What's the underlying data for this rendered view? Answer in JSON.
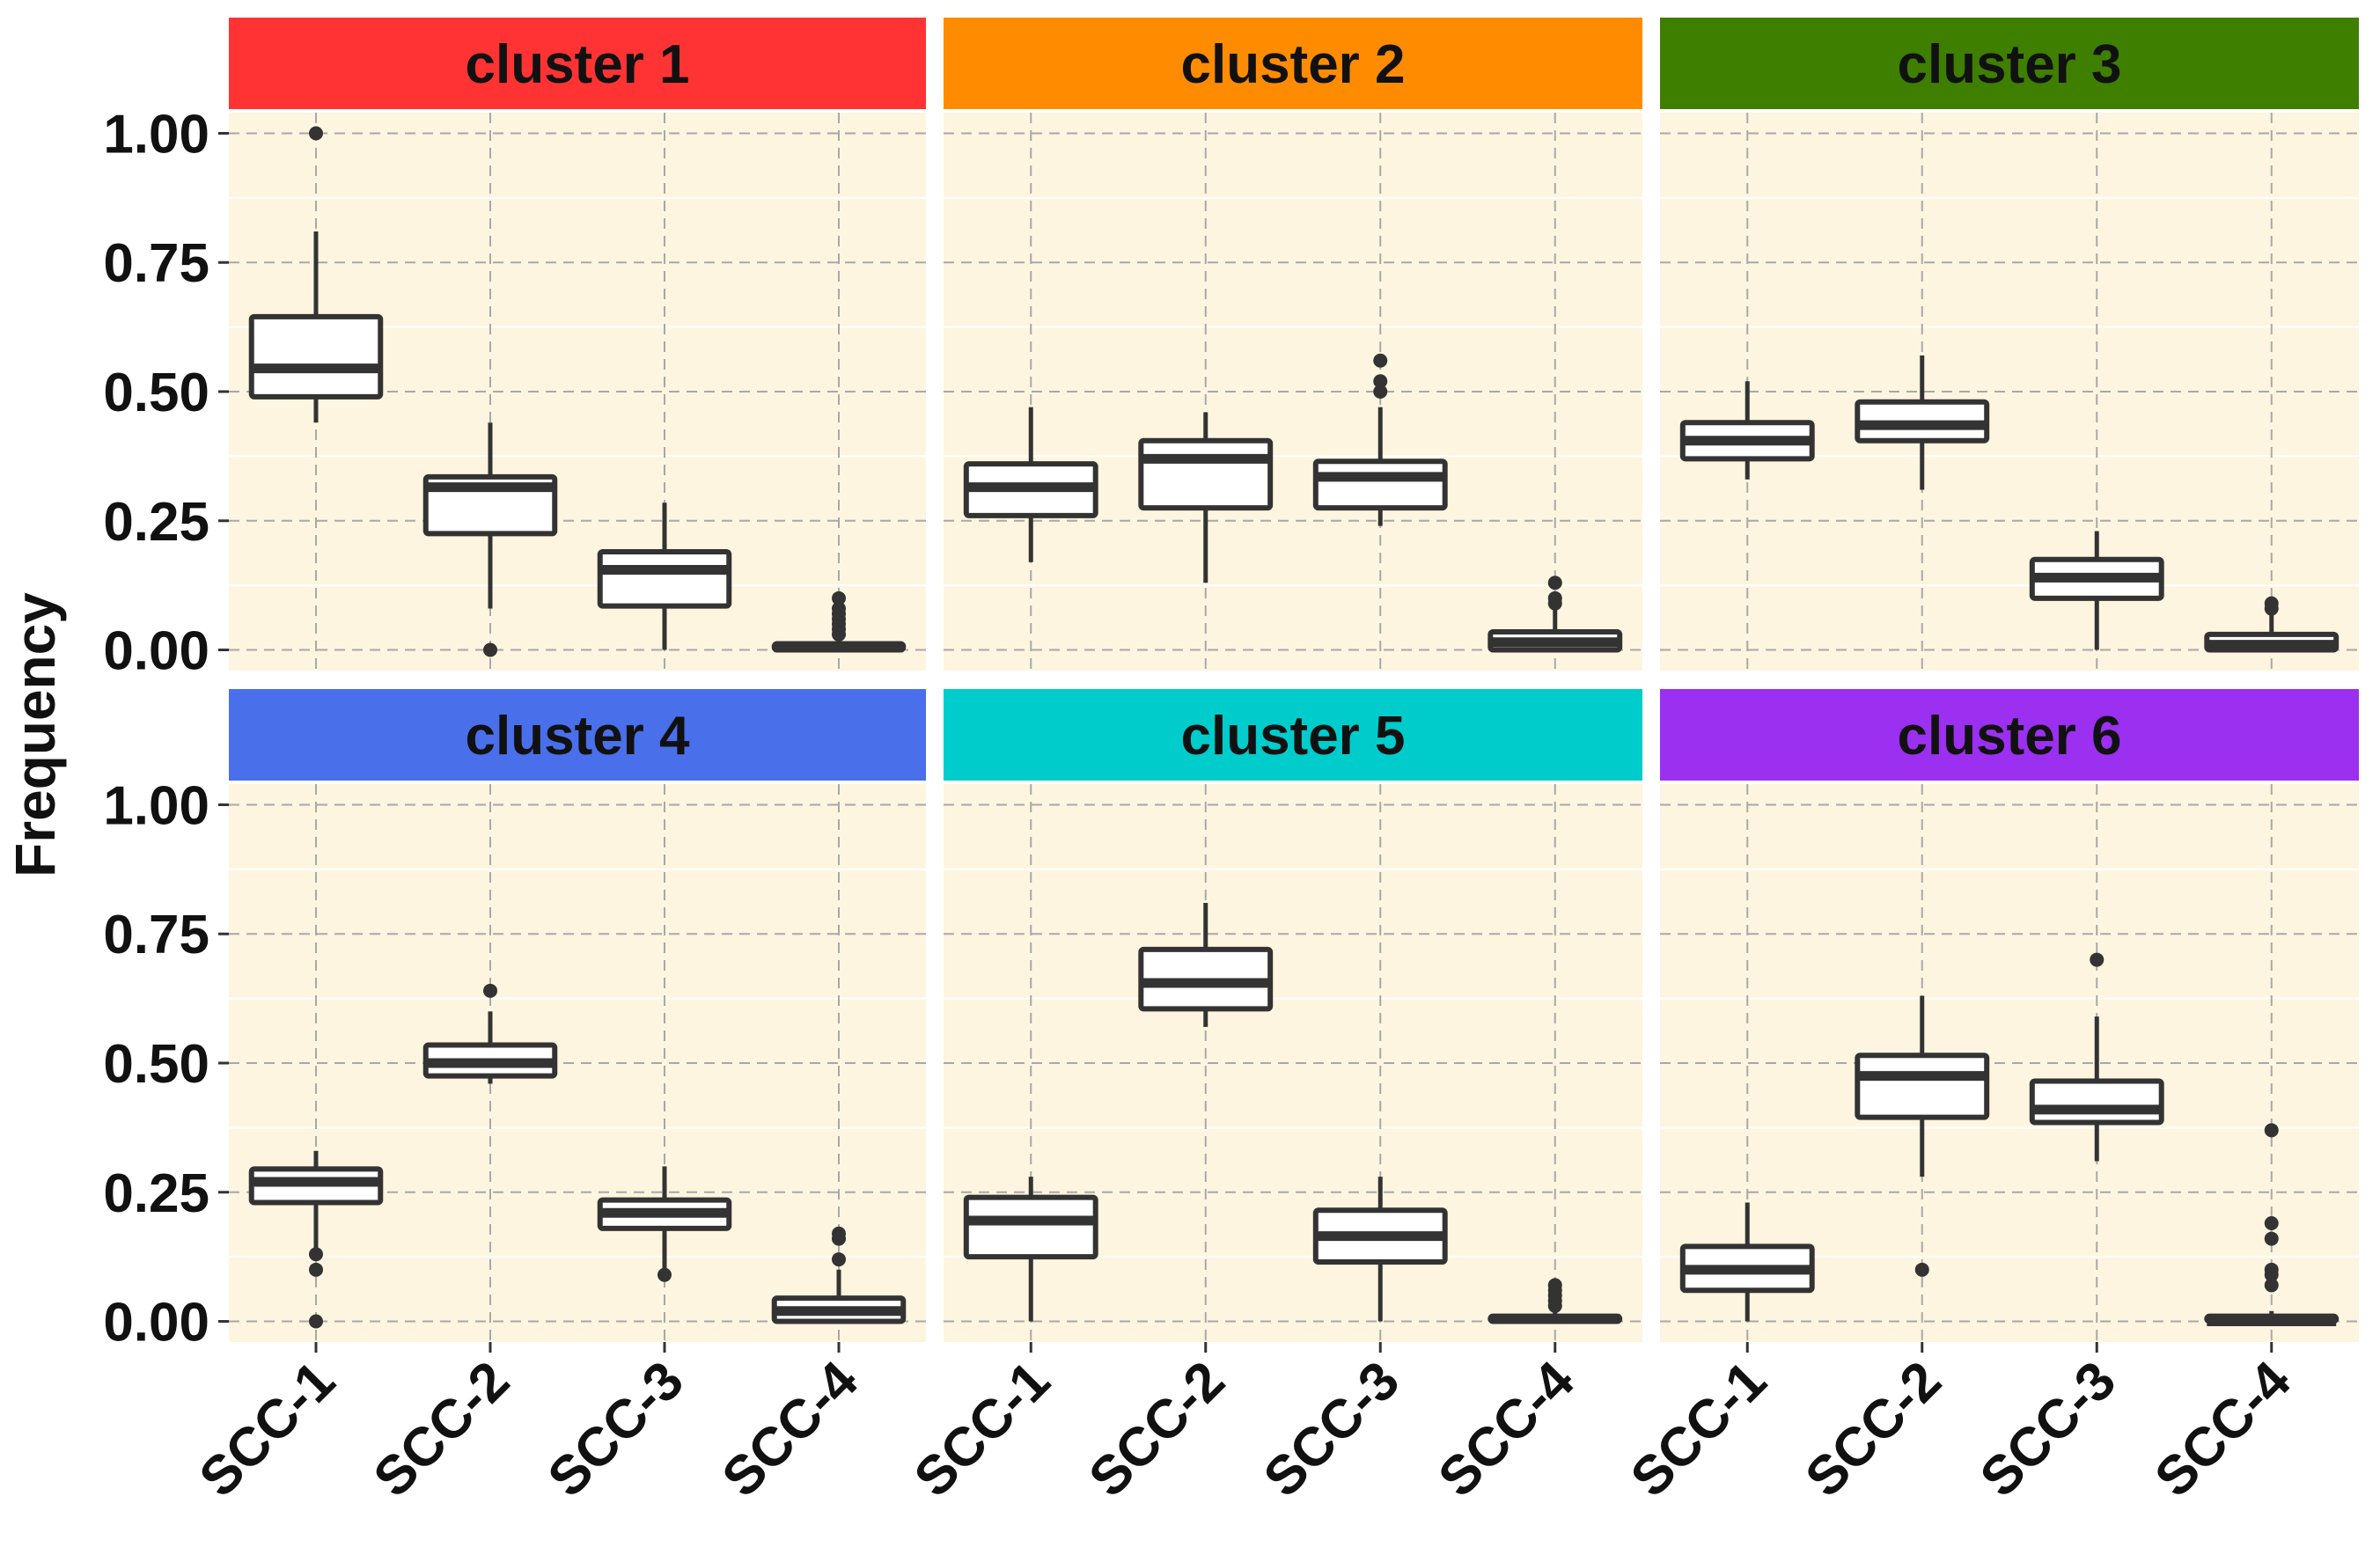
{
  "chart_data": {
    "type": "boxplot",
    "ylabel": "Frequency",
    "xlabel": "",
    "ylim": [
      -0.04,
      1.04
    ],
    "yticks": [
      "0.00",
      "0.25",
      "0.50",
      "0.75",
      "1.00"
    ],
    "categories": [
      "SCC-1",
      "SCC-2",
      "SCC-3",
      "SCC-4"
    ],
    "grid": true,
    "colors": {
      "panel_bg": "#FDF5DF",
      "grid": "#A8A8A8",
      "box_line": "#333333",
      "box_fill": "#FFFFFF"
    },
    "panels": [
      {
        "title": "cluster 1",
        "strip_color": "#FF3333",
        "boxes": [
          {
            "category": "SCC-1",
            "min": 0.44,
            "q1": 0.49,
            "median": 0.545,
            "q3": 0.645,
            "max": 0.81,
            "outliers": [
              1.0
            ]
          },
          {
            "category": "SCC-2",
            "min": 0.08,
            "q1": 0.225,
            "median": 0.315,
            "q3": 0.335,
            "max": 0.44,
            "outliers": [
              0.0
            ]
          },
          {
            "category": "SCC-3",
            "min": 0.0,
            "q1": 0.085,
            "median": 0.155,
            "q3": 0.19,
            "max": 0.285,
            "outliers": []
          },
          {
            "category": "SCC-4",
            "min": 0.0,
            "q1": 0.0,
            "median": 0.005,
            "q3": 0.012,
            "max": 0.03,
            "outliers": [
              0.03,
              0.04,
              0.05,
              0.06,
              0.07,
              0.08,
              0.1
            ]
          }
        ]
      },
      {
        "title": "cluster 2",
        "strip_color": "#FF8C00",
        "boxes": [
          {
            "category": "SCC-1",
            "min": 0.17,
            "q1": 0.26,
            "median": 0.315,
            "q3": 0.36,
            "max": 0.47,
            "outliers": []
          },
          {
            "category": "SCC-2",
            "min": 0.13,
            "q1": 0.275,
            "median": 0.37,
            "q3": 0.405,
            "max": 0.46,
            "outliers": []
          },
          {
            "category": "SCC-3",
            "min": 0.24,
            "q1": 0.275,
            "median": 0.335,
            "q3": 0.365,
            "max": 0.47,
            "outliers": [
              0.5,
              0.52,
              0.56
            ]
          },
          {
            "category": "SCC-4",
            "min": 0.0,
            "q1": 0.0,
            "median": 0.015,
            "q3": 0.035,
            "max": 0.085,
            "outliers": [
              0.09,
              0.1,
              0.13
            ]
          }
        ]
      },
      {
        "title": "cluster 3",
        "strip_color": "#3F7F00",
        "boxes": [
          {
            "category": "SCC-1",
            "min": 0.33,
            "q1": 0.37,
            "median": 0.405,
            "q3": 0.44,
            "max": 0.52,
            "outliers": []
          },
          {
            "category": "SCC-2",
            "min": 0.31,
            "q1": 0.405,
            "median": 0.435,
            "q3": 0.48,
            "max": 0.57,
            "outliers": []
          },
          {
            "category": "SCC-3",
            "min": 0.0,
            "q1": 0.1,
            "median": 0.14,
            "q3": 0.175,
            "max": 0.23,
            "outliers": []
          },
          {
            "category": "SCC-4",
            "min": 0.0,
            "q1": 0.0,
            "median": 0.01,
            "q3": 0.03,
            "max": 0.07,
            "outliers": [
              0.08,
              0.09
            ]
          }
        ]
      },
      {
        "title": "cluster 4",
        "strip_color": "#4A6FEA",
        "boxes": [
          {
            "category": "SCC-1",
            "min": 0.14,
            "q1": 0.23,
            "median": 0.27,
            "q3": 0.295,
            "max": 0.33,
            "outliers": [
              0.0,
              0.1,
              0.13
            ]
          },
          {
            "category": "SCC-2",
            "min": 0.46,
            "q1": 0.475,
            "median": 0.5,
            "q3": 0.535,
            "max": 0.6,
            "outliers": [
              0.64
            ]
          },
          {
            "category": "SCC-3",
            "min": 0.1,
            "q1": 0.18,
            "median": 0.21,
            "q3": 0.235,
            "max": 0.3,
            "outliers": [
              0.09
            ]
          },
          {
            "category": "SCC-4",
            "min": 0.0,
            "q1": 0.0,
            "median": 0.02,
            "q3": 0.045,
            "max": 0.1,
            "outliers": [
              0.12,
              0.16,
              0.17
            ]
          }
        ]
      },
      {
        "title": "cluster 5",
        "strip_color": "#00CCCC",
        "boxes": [
          {
            "category": "SCC-1",
            "min": 0.0,
            "q1": 0.125,
            "median": 0.195,
            "q3": 0.24,
            "max": 0.28,
            "outliers": []
          },
          {
            "category": "SCC-2",
            "min": 0.57,
            "q1": 0.605,
            "median": 0.655,
            "q3": 0.72,
            "max": 0.81,
            "outliers": []
          },
          {
            "category": "SCC-3",
            "min": 0.0,
            "q1": 0.115,
            "median": 0.165,
            "q3": 0.215,
            "max": 0.28,
            "outliers": []
          },
          {
            "category": "SCC-4",
            "min": 0.0,
            "q1": 0.0,
            "median": 0.005,
            "q3": 0.01,
            "max": 0.025,
            "outliers": [
              0.03,
              0.04,
              0.05,
              0.06,
              0.07
            ]
          }
        ]
      },
      {
        "title": "cluster 6",
        "strip_color": "#9B30F0",
        "boxes": [
          {
            "category": "SCC-1",
            "min": 0.0,
            "q1": 0.06,
            "median": 0.1,
            "q3": 0.145,
            "max": 0.23,
            "outliers": []
          },
          {
            "category": "SCC-2",
            "min": 0.28,
            "q1": 0.395,
            "median": 0.475,
            "q3": 0.515,
            "max": 0.63,
            "outliers": [
              0.1
            ]
          },
          {
            "category": "SCC-3",
            "min": 0.31,
            "q1": 0.385,
            "median": 0.41,
            "q3": 0.465,
            "max": 0.59,
            "outliers": [
              0.7
            ]
          },
          {
            "category": "SCC-4",
            "min": 0.0,
            "q1": 0.0,
            "median": 0.0,
            "q3": 0.01,
            "max": 0.02,
            "outliers": [
              0.07,
              0.09,
              0.1,
              0.16,
              0.19,
              0.37
            ]
          }
        ]
      }
    ]
  }
}
